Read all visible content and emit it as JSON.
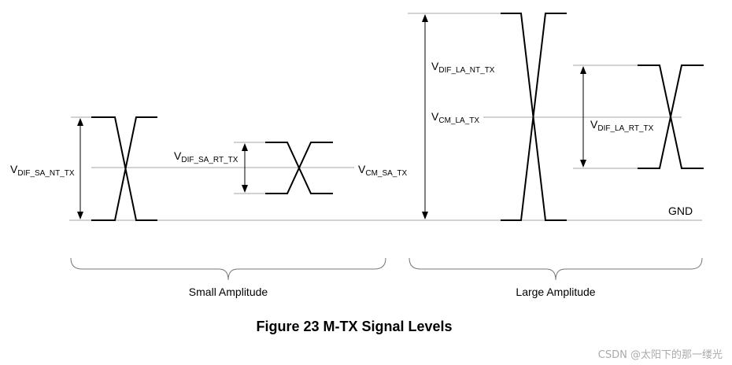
{
  "labels": {
    "v_dif_sa_nt_tx": {
      "main": "V",
      "sub": "DIF_SA_NT_TX"
    },
    "v_dif_sa_rt_tx": {
      "main": "V",
      "sub": "DIF_SA_RT_TX"
    },
    "v_cm_sa_tx": {
      "main": "V",
      "sub": "CM_SA_TX"
    },
    "v_dif_la_nt_tx": {
      "main": "V",
      "sub": "DIF_LA_NT_TX"
    },
    "v_cm_la_tx": {
      "main": "V",
      "sub": "CM_LA_TX"
    },
    "v_dif_la_rt_tx": {
      "main": "V",
      "sub": "DIF_LA_RT_TX"
    },
    "gnd": "GND"
  },
  "groups": {
    "small": "Small Amplitude",
    "large": "Large Amplitude"
  },
  "figure_caption": "Figure 23 M-TX Signal Levels",
  "watermark": "CSDN @太阳下的那一缕光",
  "colors": {
    "signal": "#000000",
    "reference_line": "#888888",
    "brace": "#777777",
    "watermark": "#aaaaaa"
  }
}
